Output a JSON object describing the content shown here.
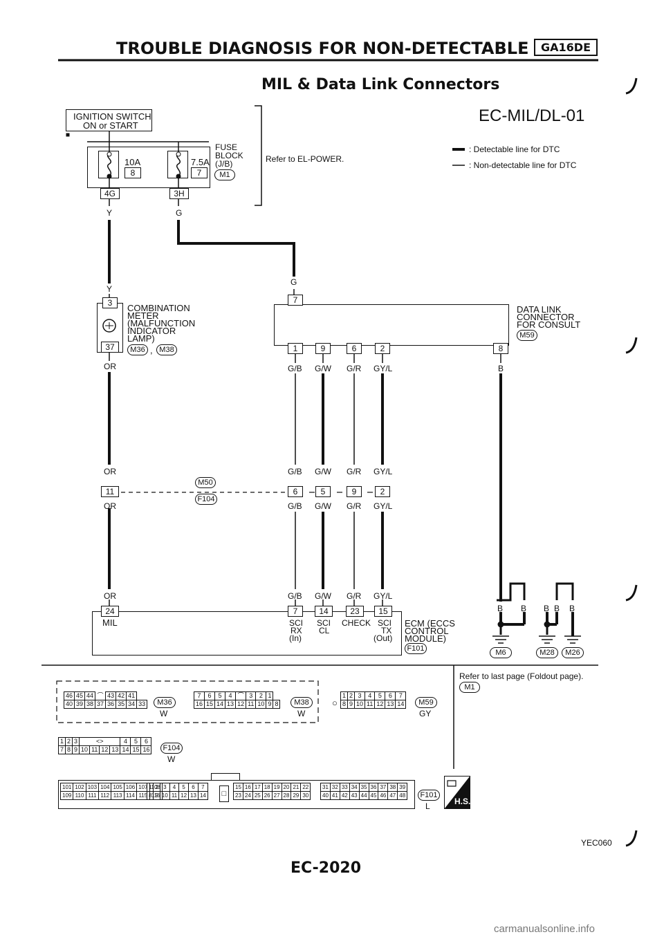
{
  "header": {
    "title": "TROUBLE DIAGNOSIS FOR NON-DETECTABLE ITEMS",
    "engine_badge": "GA16DE",
    "subtitle": "MIL & Data Link Connectors",
    "diagram_code": "EC-MIL/DL-01"
  },
  "legend": {
    "detectable": ": Detectable line for DTC",
    "non_detectable": ": Non-detectable line for DTC"
  },
  "power": {
    "switch_line1": "IGNITION SWITCH",
    "switch_line2": "ON or START",
    "fuse1_amp": "10A",
    "fuse1_num": "8",
    "fuse2_amp": "7.5A",
    "fuse2_num": "7",
    "fuse_block_line1": "FUSE",
    "fuse_block_line2": "BLOCK",
    "fuse_block_line3": "(J/B)",
    "fuse_block_conn": "M1",
    "term1": "4G",
    "term2": "3H",
    "wire1": "Y",
    "wire2": "G",
    "refer": "Refer to EL-POWER."
  },
  "meter": {
    "wire_in": "Y",
    "pin_top": "3",
    "pin_bottom": "37",
    "line1": "COMBINATION",
    "line2": "METER",
    "line3": "(MALFUNCTION",
    "line4": "INDICATOR",
    "line5": "LAMP)",
    "conn1": "M36",
    "sep": ",",
    "conn2": "M38",
    "wire_out": "OR"
  },
  "dlc": {
    "wire_in": "G",
    "pin_top": "7",
    "pins_bottom": [
      "1",
      "9",
      "6",
      "2"
    ],
    "pin_right": "8",
    "wires_out": [
      "G/B",
      "G/W",
      "G/R",
      "GY/L"
    ],
    "wire_right": "B",
    "line1": "DATA LINK",
    "line2": "CONNECTOR",
    "line3": "FOR CONSULT",
    "conn": "M59"
  },
  "joint": {
    "wire_or_top": "OR",
    "wire_or_bottom": "OR",
    "pin_or": "11",
    "conn_top": "M50",
    "conn_bottom": "F104",
    "wires_top": [
      "G/B",
      "G/W",
      "G/R",
      "GY/L"
    ],
    "pins": [
      "6",
      "5",
      "9",
      "2"
    ],
    "wires_bottom": [
      "G/B",
      "G/W",
      "G/R",
      "GY/L"
    ]
  },
  "ecm": {
    "wire_or": "OR",
    "pin_mil": "24",
    "mil_label": "MIL",
    "wires": [
      "G/B",
      "G/W",
      "G/R",
      "GY/L"
    ],
    "pins": [
      "7",
      "14",
      "23",
      "15"
    ],
    "sig1_line1": "SCI",
    "sig1_line2": "RX",
    "sig1_line3": "(In)",
    "sig2_line1": "SCI",
    "sig2_line2": "CL",
    "sig3_line1": "CHECK",
    "sig4_line1": "SCI",
    "sig4_line2": "TX",
    "sig4_line3": "(Out)",
    "name1": "ECM (ECCS",
    "name2": "CONTROL",
    "name3": "MODULE)",
    "conn": "F101"
  },
  "grounds": {
    "wires": [
      "B",
      "B",
      "B",
      "B",
      "B"
    ],
    "conns": [
      "M6",
      "M28",
      "M26"
    ]
  },
  "connectors": {
    "refer_line1": "Refer to last page (Foldout page).",
    "refer_conn": "M1",
    "m36": {
      "row1": [
        "46",
        "45",
        "44",
        "",
        "43",
        "42",
        "41"
      ],
      "row2": [
        "40",
        "39",
        "38",
        "37",
        "36",
        "35",
        "34",
        "33"
      ],
      "name": "M36",
      "color": "W"
    },
    "m38": {
      "row1": [
        "7",
        "6",
        "5",
        "4",
        "",
        "3",
        "2",
        "1"
      ],
      "row2": [
        "16",
        "15",
        "14",
        "13",
        "12",
        "11",
        "10",
        "9",
        "8"
      ],
      "name": "M38",
      "color": "W"
    },
    "m59": {
      "row1": [
        "1",
        "2",
        "3",
        "4",
        "5",
        "6",
        "7"
      ],
      "row2": [
        "8",
        "9",
        "10",
        "11",
        "12",
        "13",
        "14"
      ],
      "name": "M59",
      "color": "GY"
    },
    "f104": {
      "row1": [
        "1",
        "2",
        "3",
        "",
        "4",
        "5",
        "6"
      ],
      "row2": [
        "7",
        "8",
        "9",
        "10",
        "11",
        "12",
        "13",
        "14",
        "15",
        "16"
      ],
      "name": "F104",
      "color": "W"
    },
    "f101": {
      "g1r1": [
        "101",
        "102",
        "103",
        "104",
        "105",
        "106",
        "107",
        "108"
      ],
      "g1r2": [
        "109",
        "110",
        "111",
        "112",
        "113",
        "114",
        "115",
        "116"
      ],
      "g2r1": [
        "1",
        "2",
        "3",
        "4",
        "5",
        "6",
        "7"
      ],
      "g2r2": [
        "8",
        "9",
        "10",
        "11",
        "12",
        "13",
        "14"
      ],
      "g3r1": [
        "15",
        "16",
        "17",
        "18",
        "19",
        "20",
        "21",
        "22"
      ],
      "g3r2": [
        "23",
        "24",
        "25",
        "26",
        "27",
        "28",
        "29",
        "30"
      ],
      "g4r1": [
        "31",
        "32",
        "33",
        "34",
        "35",
        "36",
        "37",
        "38",
        "39"
      ],
      "g4r2": [
        "40",
        "41",
        "42",
        "43",
        "44",
        "45",
        "46",
        "47",
        "48"
      ],
      "name": "F101",
      "color": "L",
      "hs": "H.S."
    }
  },
  "footer": {
    "page": "EC-2020",
    "code": "YEC060",
    "watermark": "carmanualsonline.info"
  }
}
